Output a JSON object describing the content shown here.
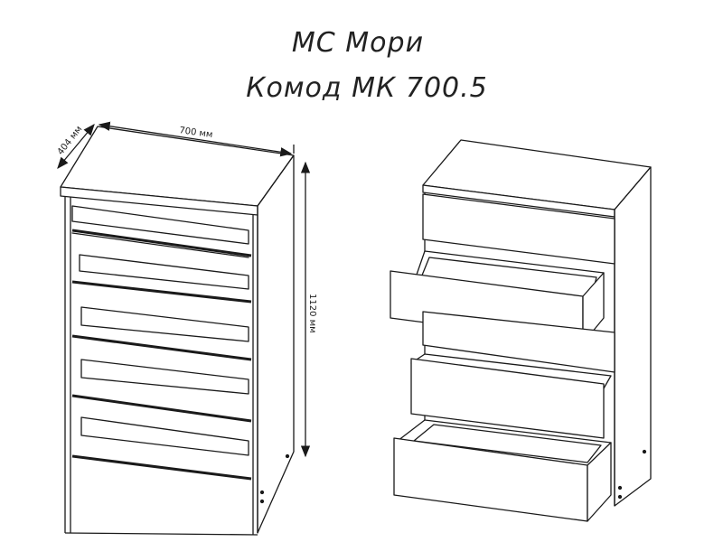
{
  "title": {
    "line1": "МС Мори",
    "line2": "Комод МК 700.5"
  },
  "dimensions": {
    "width": "700 мм",
    "depth": "404 мм",
    "height": "1120 мм"
  },
  "colors": {
    "line": "#1a1a1a",
    "background": "#ffffff"
  }
}
